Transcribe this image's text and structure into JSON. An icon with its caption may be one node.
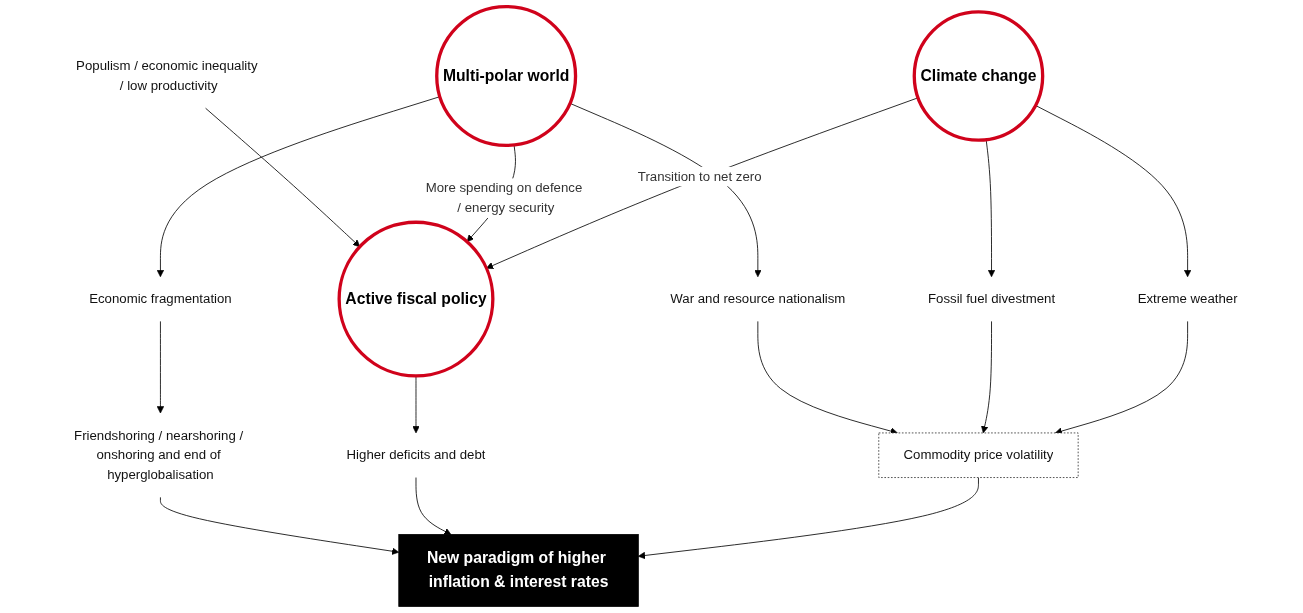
{
  "diagram": {
    "nodes": [
      {
        "text": [
          "Populism / economic inequality / low productivity"
        ]
      },
      {
        "text": [
          "Multi-polar world"
        ]
      },
      {
        "text": [
          "Active fiscal policy"
        ]
      },
      {
        "text": [
          "Climate change"
        ]
      },
      {
        "text": [
          "Economic fragmentation"
        ]
      },
      {
        "text": [
          "Friendshoring / nearshoring / onshoring and end of hyperglobalisation"
        ]
      },
      {
        "text": [
          "War and resource nationalism"
        ]
      },
      {
        "text": [
          "Higher deficits and debt"
        ]
      },
      {
        "text": [
          "Fossil fuel divestment"
        ]
      },
      {
        "text": [
          "Extreme weather"
        ]
      },
      {
        "text": [
          "Commodity price volatility"
        ]
      },
      {
        "text": [
          "New paradigm of higher inflation & interest rates"
        ]
      }
    ],
    "edges": [
      {
        "from": 0,
        "to": 2,
        "arrow": "to"
      },
      {
        "from": 1,
        "to": 2,
        "arrow": "to",
        "label": "More spending on defence / energy security"
      },
      {
        "from": 3,
        "to": 2,
        "arrow": "to",
        "label": "Transition to net zero"
      },
      {
        "from": 1,
        "to": 4,
        "arrow": "to"
      },
      {
        "from": 4,
        "to": 5,
        "arrow": "to"
      },
      {
        "from": 5,
        "to": 11,
        "arrow": "to"
      },
      {
        "from": 1,
        "to": 6,
        "arrow": "to"
      },
      {
        "from": 6,
        "to": 10,
        "arrow": "to"
      },
      {
        "from": 2,
        "to": 7,
        "arrow": "to"
      },
      {
        "from": 7,
        "to": 11,
        "arrow": "to"
      },
      {
        "from": 3,
        "to": 8,
        "arrow": "to"
      },
      {
        "from": 3,
        "to": 9,
        "arrow": "to"
      },
      {
        "from": 8,
        "to": 10,
        "arrow": "to"
      },
      {
        "from": 9,
        "to": 10,
        "arrow": "to"
      },
      {
        "from": 10,
        "to": 11,
        "arrow": "to"
      }
    ]
  }
}
